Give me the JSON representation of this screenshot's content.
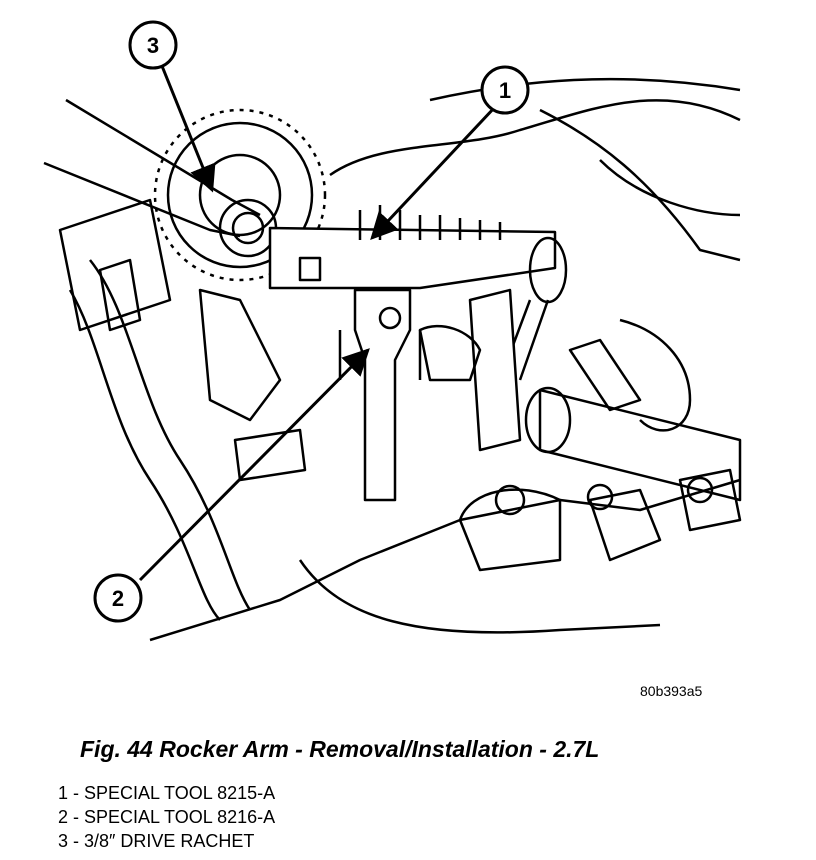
{
  "figure": {
    "code": "80b393a5",
    "caption": "Fig. 44 Rocker Arm - Removal/Installation - 2.7L"
  },
  "callouts": [
    {
      "number": "1"
    },
    {
      "number": "2"
    },
    {
      "number": "3"
    }
  ],
  "legend": [
    {
      "text": "1 - SPECIAL TOOL 8215-A"
    },
    {
      "text": "2 - SPECIAL TOOL 8216-A"
    },
    {
      "text": "3 - 3/8″ DRIVE RACHET"
    }
  ]
}
